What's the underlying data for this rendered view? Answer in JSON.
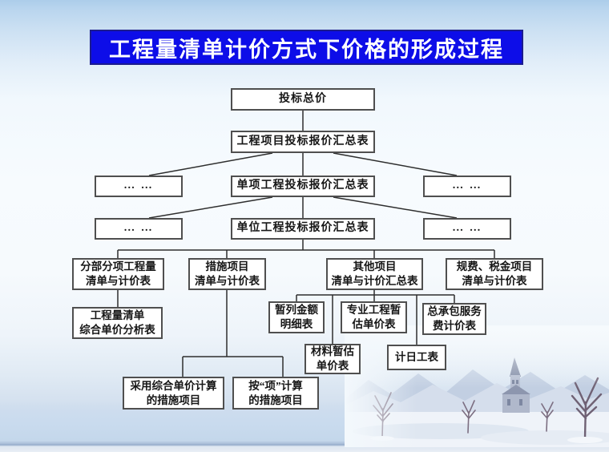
{
  "slide_title": "工程量清单计价方式下价格的形成过程",
  "colors": {
    "title_bar_blue": "#0d0de8",
    "title_text": "#ffffff",
    "box_border": "#4f4f4f",
    "connector_line": "#2e2e2e",
    "sky_blue": "#accdea",
    "snow_band": "#c9dbee"
  },
  "diagram": {
    "nodes": {
      "bid-total": "投标总价",
      "project-bid-summary": "工程项目投标报价汇总表",
      "ellipsis-left-1": "… …",
      "single-project-bid-summary": "单项工程投标报价汇总表",
      "ellipsis-right-1": "… …",
      "ellipsis-left-2": "… …",
      "unit-project-bid-summary": "单位工程投标报价汇总表",
      "ellipsis-right-2": "… …",
      "subdivisional-boq": "分部分项工程量\n清单与计价表",
      "measures-list": "措施项目\n清单与计价表",
      "other-items-list": "其他项目\n清单与计价汇总表",
      "fees-taxes-list": "规费、税金项目\n清单与计价表",
      "unit-price-analysis": "工程量清单\n综合单价分析表",
      "provisional-sum": "暂列金额\n明细表",
      "specialist-estimate": "专业工程暂\n估单价表",
      "contract-service-fee": "总承包服务\n费计价表",
      "material-estimate": "材料暂估\n单价表",
      "daywork": "计日工表",
      "comprehensive-measures": "采用综合单价计算\n的措施项目",
      "item-measures": "按“项”计算\n的措施项目"
    }
  }
}
